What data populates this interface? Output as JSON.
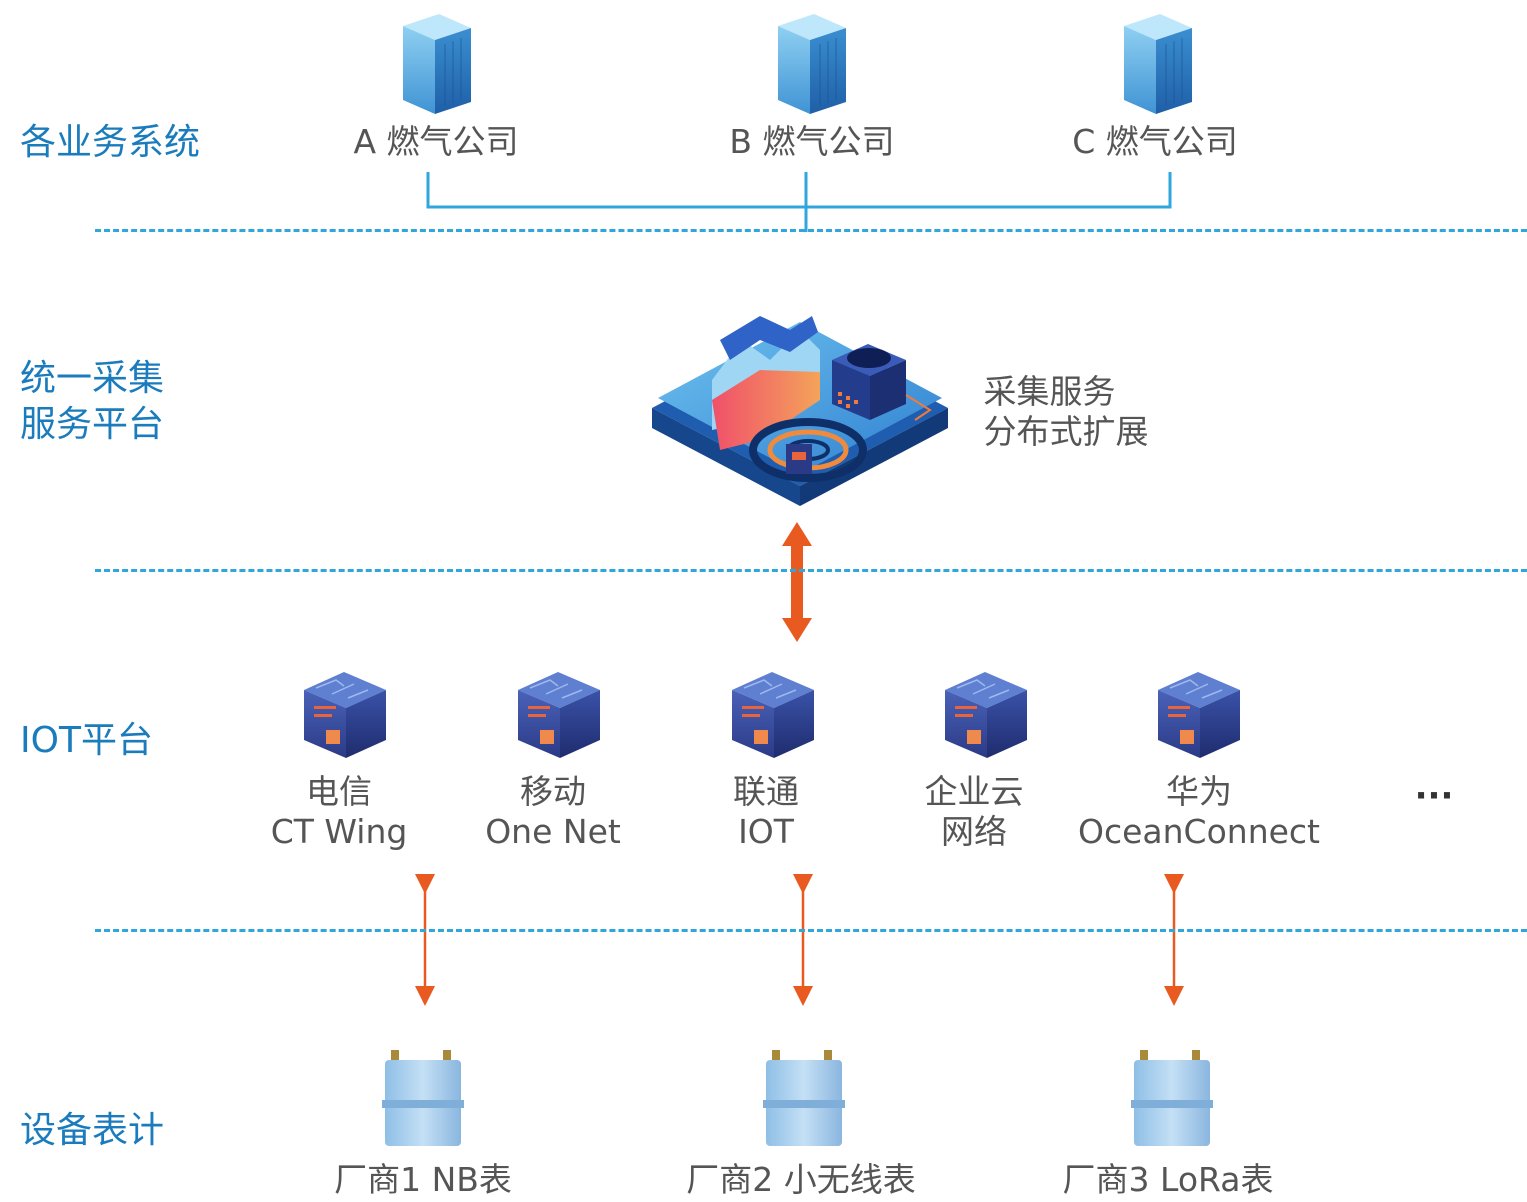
{
  "layers": {
    "business": "各业务系统",
    "collect_line1": "统一采集",
    "collect_line2": "服务平台",
    "iot": "IOT平台",
    "devices": "设备表计"
  },
  "companies": [
    "A 燃气公司",
    "B 燃气公司",
    "C 燃气公司"
  ],
  "service": {
    "line1": "采集服务",
    "line2": "分布式扩展"
  },
  "iot_platforms": [
    {
      "line1": "电信",
      "line2": "CT Wing"
    },
    {
      "line1": "移动",
      "line2": "One Net"
    },
    {
      "line1": "联通",
      "line2": "IOT"
    },
    {
      "line1": "企业云",
      "line2": "网络"
    },
    {
      "line1": "华为",
      "line2": "OceanConnect"
    }
  ],
  "more": "···",
  "meters": [
    "厂商1 NB表",
    "厂商2 小无线表",
    "厂商3 LoRa表"
  ],
  "colors": {
    "layer_label": "#1a7bbd",
    "divider": "#2fa6dc",
    "connector": "#2fa6dc",
    "arrow": "#e85a20",
    "text": "#555555"
  }
}
